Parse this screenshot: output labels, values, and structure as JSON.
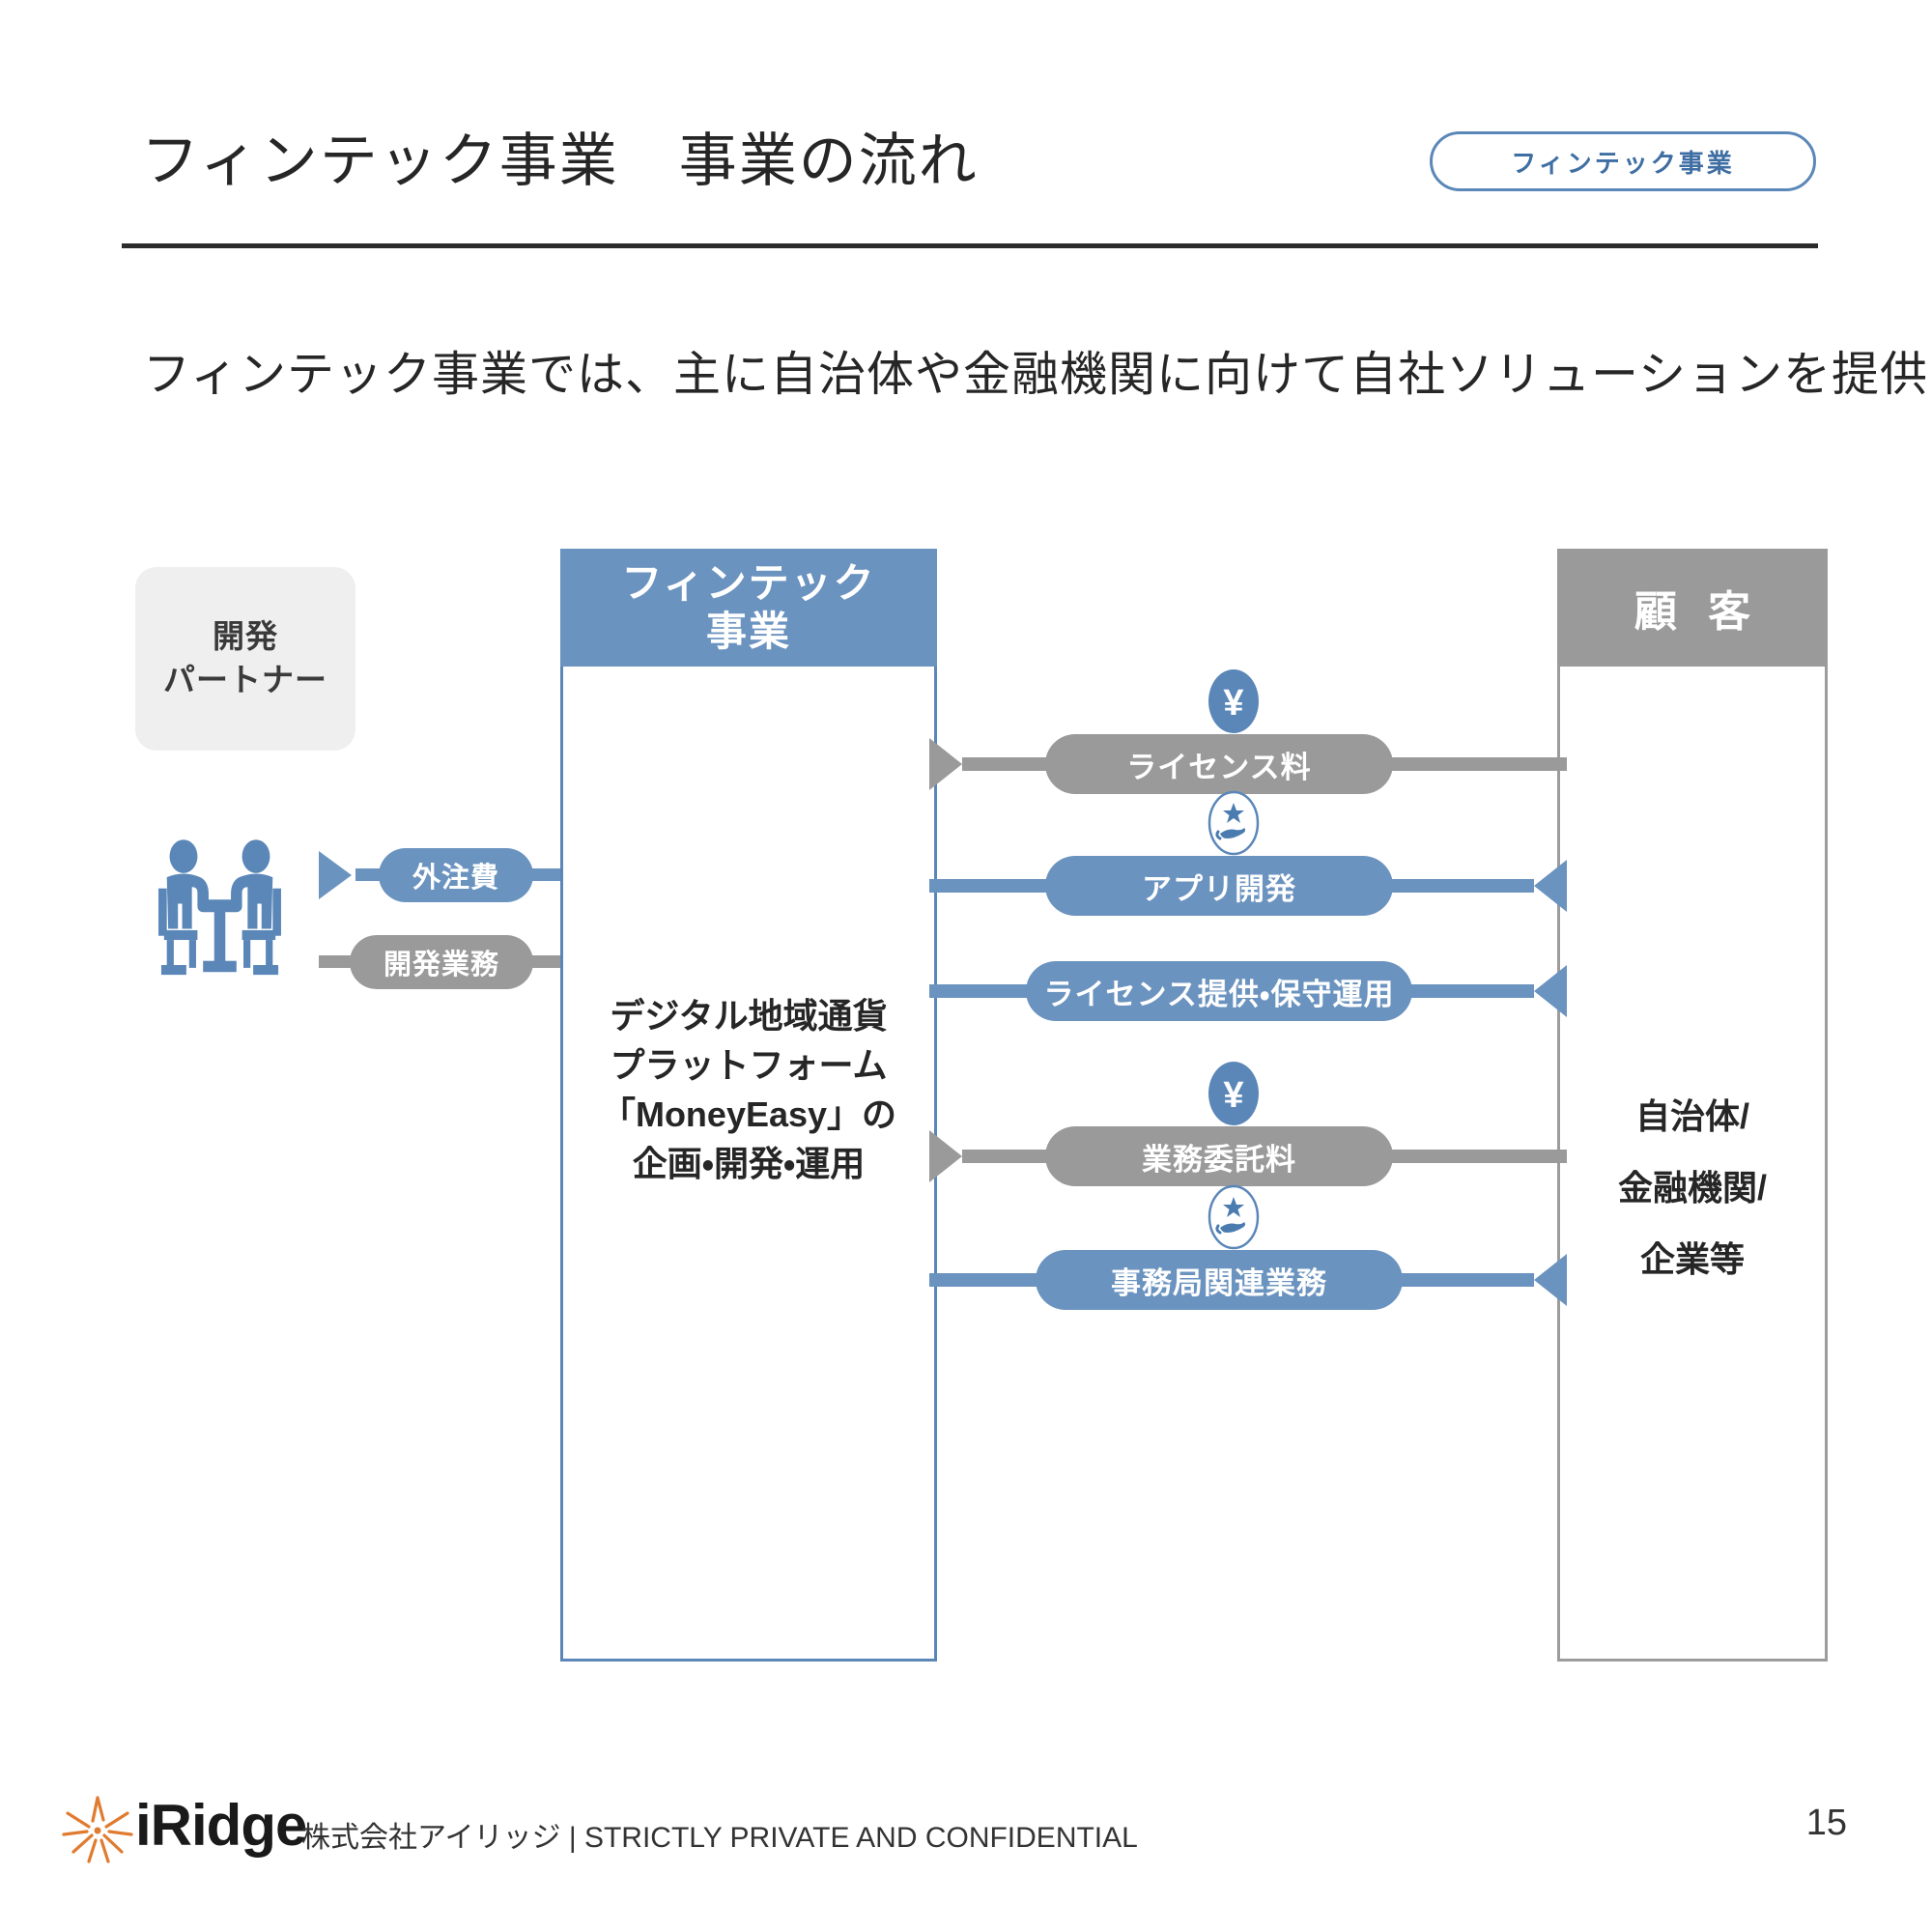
{
  "header": {
    "title": "フィンテック事業　事業の流れ",
    "badge_label": "フィンテック事業"
  },
  "lead": {
    "text": "フィンテック事業では、主に自治体や金融機関に向けて自社ソリューションを提供する。"
  },
  "diagram": {
    "partner": {
      "line1": "開発",
      "line2": "パートナー",
      "icon": "meeting-people-icon"
    },
    "fintech_column": {
      "header_line1": "フィンテック",
      "header_line2": "事業",
      "body_line1": "デジタル地域通貨",
      "body_line2": "プラットフォーム",
      "body_line3": "「MoneyEasy」の",
      "body_line4": "企画・開発・運用"
    },
    "customer_column": {
      "header": "顧 客",
      "body_line1": "自治体/",
      "body_line2": "金融機関/",
      "body_line3": "企業等"
    },
    "side_flows": [
      {
        "label": "外注費",
        "direction": "left",
        "color": "blue"
      },
      {
        "label": "開発業務",
        "direction": "right",
        "color": "grey"
      }
    ],
    "center_flows": [
      {
        "label": "ライセンス料",
        "direction": "left",
        "color": "grey",
        "icon": "yen-coin-icon"
      },
      {
        "label": "アプリ開発",
        "direction": "right",
        "color": "blue",
        "icon": "service-hand-icon"
      },
      {
        "label": "ライセンス提供・保守運用",
        "direction": "right",
        "color": "blue",
        "icon": ""
      },
      {
        "label": "業務委託料",
        "direction": "left",
        "color": "grey",
        "icon": "yen-coin-icon"
      },
      {
        "label": "事務局関連業務",
        "direction": "right",
        "color": "blue",
        "icon": "service-hand-icon"
      }
    ]
  },
  "colors": {
    "blue": "#6b93bf",
    "badge_blue": "#3f6ea3",
    "grey": "#9a9a9a",
    "partner_grey": "#efefef",
    "logo_orange": "#e07b30"
  },
  "footer": {
    "brand": "iRidge",
    "note": "株式会社アイリッジ | STRICTLY PRIVATE AND CONFIDENTIAL",
    "page_number": "15"
  }
}
